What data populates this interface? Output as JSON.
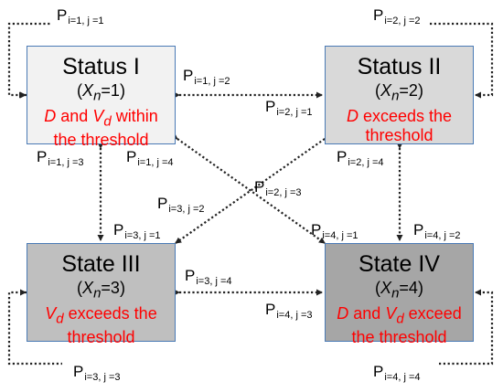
{
  "colors": {
    "box_border": "#4a7ab5",
    "desc_red": "#ff0000",
    "arrow": "#222222"
  },
  "states": [
    {
      "id": 1,
      "title": "Status I",
      "xn_value": "1",
      "fill": "#f2f2f2",
      "desc_parts": [
        [
          "i",
          "D"
        ],
        [
          "t",
          " and "
        ],
        [
          "iv",
          "V",
          "d"
        ],
        [
          "t",
          " within"
        ],
        [
          "br"
        ],
        [
          "t",
          "the threshold"
        ]
      ]
    },
    {
      "id": 2,
      "title": "Status II",
      "xn_value": "2",
      "fill": "#d9d9d9",
      "desc_parts": [
        [
          "i",
          "D"
        ],
        [
          "t",
          " exceeds the"
        ],
        [
          "br"
        ],
        [
          "t",
          "threshold"
        ]
      ]
    },
    {
      "id": 3,
      "title": "State III",
      "xn_value": "3",
      "fill": "#bfbfbf",
      "desc_parts": [
        [
          "iv",
          "V",
          "d"
        ],
        [
          "t",
          " exceeds the"
        ],
        [
          "br"
        ],
        [
          "t",
          "threshold"
        ]
      ]
    },
    {
      "id": 4,
      "title": "State IV",
      "xn_value": "4",
      "fill": "#a6a6a6",
      "desc_parts": [
        [
          "i",
          "D"
        ],
        [
          "t",
          " and "
        ],
        [
          "iv",
          "V",
          "d"
        ],
        [
          "t",
          " exceed"
        ],
        [
          "br"
        ],
        [
          "t",
          "the threshold"
        ]
      ]
    }
  ],
  "xn_symbol": {
    "base": "X",
    "sub": "n"
  },
  "transitions": [
    {
      "key": "p11",
      "sub": "i=1, j =1"
    },
    {
      "key": "p12",
      "sub": "i=1, j =2"
    },
    {
      "key": "p13",
      "sub": "i=1, j =3"
    },
    {
      "key": "p14",
      "sub": "i=1, j =4"
    },
    {
      "key": "p21",
      "sub": "i=2, j =1"
    },
    {
      "key": "p22",
      "sub": "i=2, j =2"
    },
    {
      "key": "p23",
      "sub": "i=2, j =3"
    },
    {
      "key": "p24",
      "sub": "i=2, j =4"
    },
    {
      "key": "p31",
      "sub": "i=3, j =1"
    },
    {
      "key": "p32",
      "sub": "i=3, j =2"
    },
    {
      "key": "p33",
      "sub": "i=3, j =3"
    },
    {
      "key": "p34",
      "sub": "i=3, j =4"
    },
    {
      "key": "p41",
      "sub": "i=4, j =1"
    },
    {
      "key": "p42",
      "sub": "i=4, j =2"
    },
    {
      "key": "p43",
      "sub": "i=4, j =3"
    },
    {
      "key": "p44",
      "sub": "i=4, j =4"
    }
  ],
  "p_symbol": "P"
}
